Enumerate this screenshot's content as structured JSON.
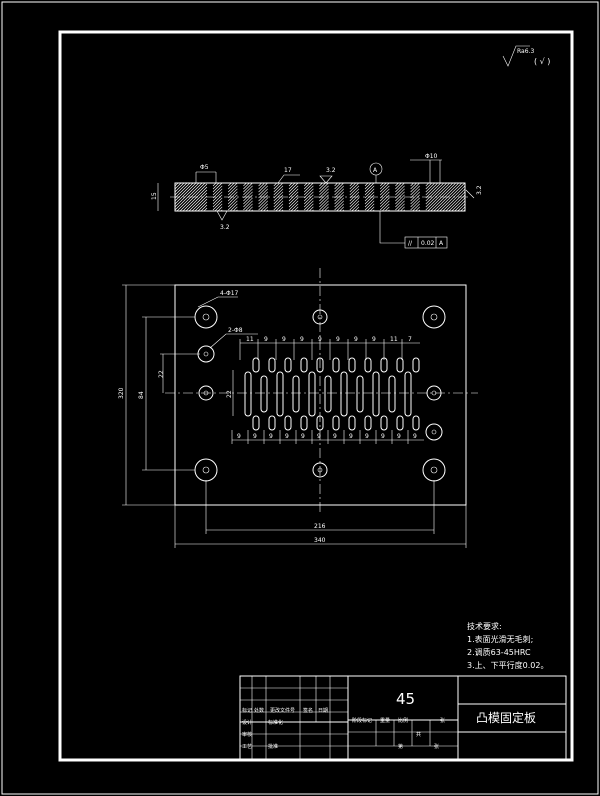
{
  "roughness_symbol": "Ra6.3",
  "section_view": {
    "dim_top_left": "Φ5",
    "dim_left": "15",
    "dim_mid_1": "17",
    "dim_mid_2": "3.2",
    "datum_label": "A",
    "dim_top_right": "Φ10",
    "dim_right": "3.2",
    "roughness_bottom": "3.2",
    "tolerance_frame": [
      "//",
      "0.02",
      "A"
    ]
  },
  "plan_view": {
    "hole_callout": "4-Φ17",
    "pin_callout": "2-Φ8",
    "dim_height_total": "320",
    "dim_height_inner": "84",
    "dim_vertical_small": "22",
    "dim_slot_height": "22",
    "dim_width_inner": "216",
    "dim_width_total": "340",
    "top_pitches": [
      "11",
      "9",
      "9",
      "9",
      "9",
      "9",
      "9",
      "9",
      "11",
      "7"
    ],
    "bottom_pitches": [
      "9",
      "9",
      "9",
      "9",
      "9",
      "9",
      "9",
      "9",
      "9",
      "9",
      "9",
      "9"
    ]
  },
  "tech_notes": {
    "heading": "技术要求:",
    "items": [
      "1.表面光滑无毛刺;",
      "2.调质63-45HRC",
      "3.上、下平行度0.02。"
    ]
  },
  "title_block": {
    "material": "45",
    "part_name": "凸模固定板",
    "cells": [
      "标记",
      "处数",
      "更改文件号",
      "签名",
      "日期",
      "设计",
      "标准化",
      "审核",
      "工艺",
      "批准",
      "阶段标记",
      "重量",
      "比例",
      "共",
      "张",
      "第",
      "张"
    ]
  }
}
